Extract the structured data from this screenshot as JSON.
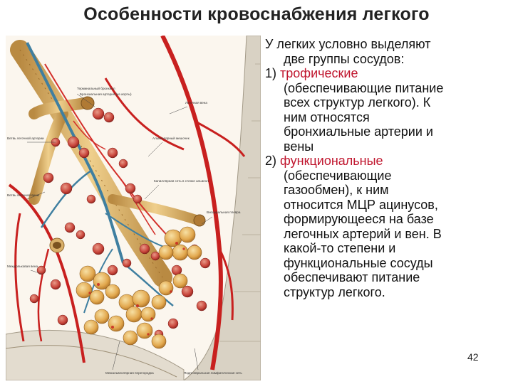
{
  "slide": {
    "title": "Особенности кровоснабжения легкого",
    "intro_line1": "У легких условно выделяют",
    "intro_line2": "две группы сосудов:",
    "item1_number": "1)",
    "item1_term": "трофические",
    "item1_lines": [
      "(обеспечивающие питание",
      "всех структур легкого). К",
      "ним относятся",
      "бронхиальные артерии и",
      "вены"
    ],
    "item2_number": "2)",
    "item2_term": "функциональные",
    "item2_lines": [
      "(обеспечивающие",
      "газообмен), к ним",
      "относится МЦР ацинусов,",
      "формирующееся на базе",
      "легочных артерий и вен. В",
      "какой-то степени и",
      "функциональные сосуды",
      "обеспечивают питание",
      "структур легкого."
    ],
    "page_number": "42"
  },
  "figure": {
    "labels": {
      "terminal_bronchiole": "Терминальный бронхиол",
      "bronchial_artery": "Бронхиальная артерия (из аорты)",
      "pulmonary_vein_left": "Ветвь легочной вены",
      "branch_artery": "Ветвь легочной артерии",
      "pulmonary_vein_right": "Легочная вена",
      "alveolar_sac": "Альвеолярный мешочек",
      "capillary_net": "Капиллярная сеть в стенке альвеол",
      "pleura": "Висцеральная плевра",
      "septum": "Межальвеолярная перегородка",
      "subpleural_lymph": "Подплевральная лимфатическая сеть",
      "interlobular_vein": "Междольковая вена"
    },
    "colors": {
      "artery_red": "#c8201f",
      "vein_blue": "#3f7fa0",
      "bronchus_tan": "#d4a85e",
      "alveoli_yellow": "#e6b45a",
      "pleura_gray": "#b9b2a4"
    }
  }
}
